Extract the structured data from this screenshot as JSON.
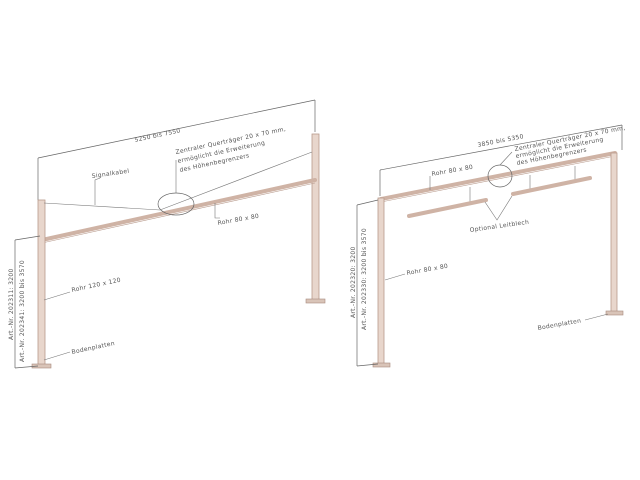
{
  "left_frame": {
    "width_dimension": "5250 bis 7550",
    "center_note": [
      "Zentraler Querträger 20 x 70 mm,",
      "ermöglicht die Erweiterung",
      "des Höhenbegrenzers"
    ],
    "signal_cable": "Signalkabel",
    "crossbar": "Rohr 80 x 80",
    "post": "Rohr 120 x 120",
    "base": "Bodenplatten",
    "height_1": "Art.-Nr. 202311: 3200",
    "height_2": "Art.-Nr. 202341: 3200 bis 3570"
  },
  "right_frame": {
    "width_dimension": "3850 bis 5350",
    "center_note": [
      "Zentraler Querträger 20 x 70 mm,",
      "ermöglicht die Erweiterung",
      "des Höhenbegrenzers"
    ],
    "crossbar": "Rohr 80 x 80",
    "deflector": "Optional Leitblech",
    "post": "Rohr 80 x 80",
    "base": "Bodenplatten",
    "height_1": "Art.-Nr. 202320: 3200",
    "height_2": "Art.-Nr. 202330: 3200 bis 3570"
  },
  "colors": {
    "steel": "#e8d6cc",
    "outline": "#b89a8c"
  }
}
